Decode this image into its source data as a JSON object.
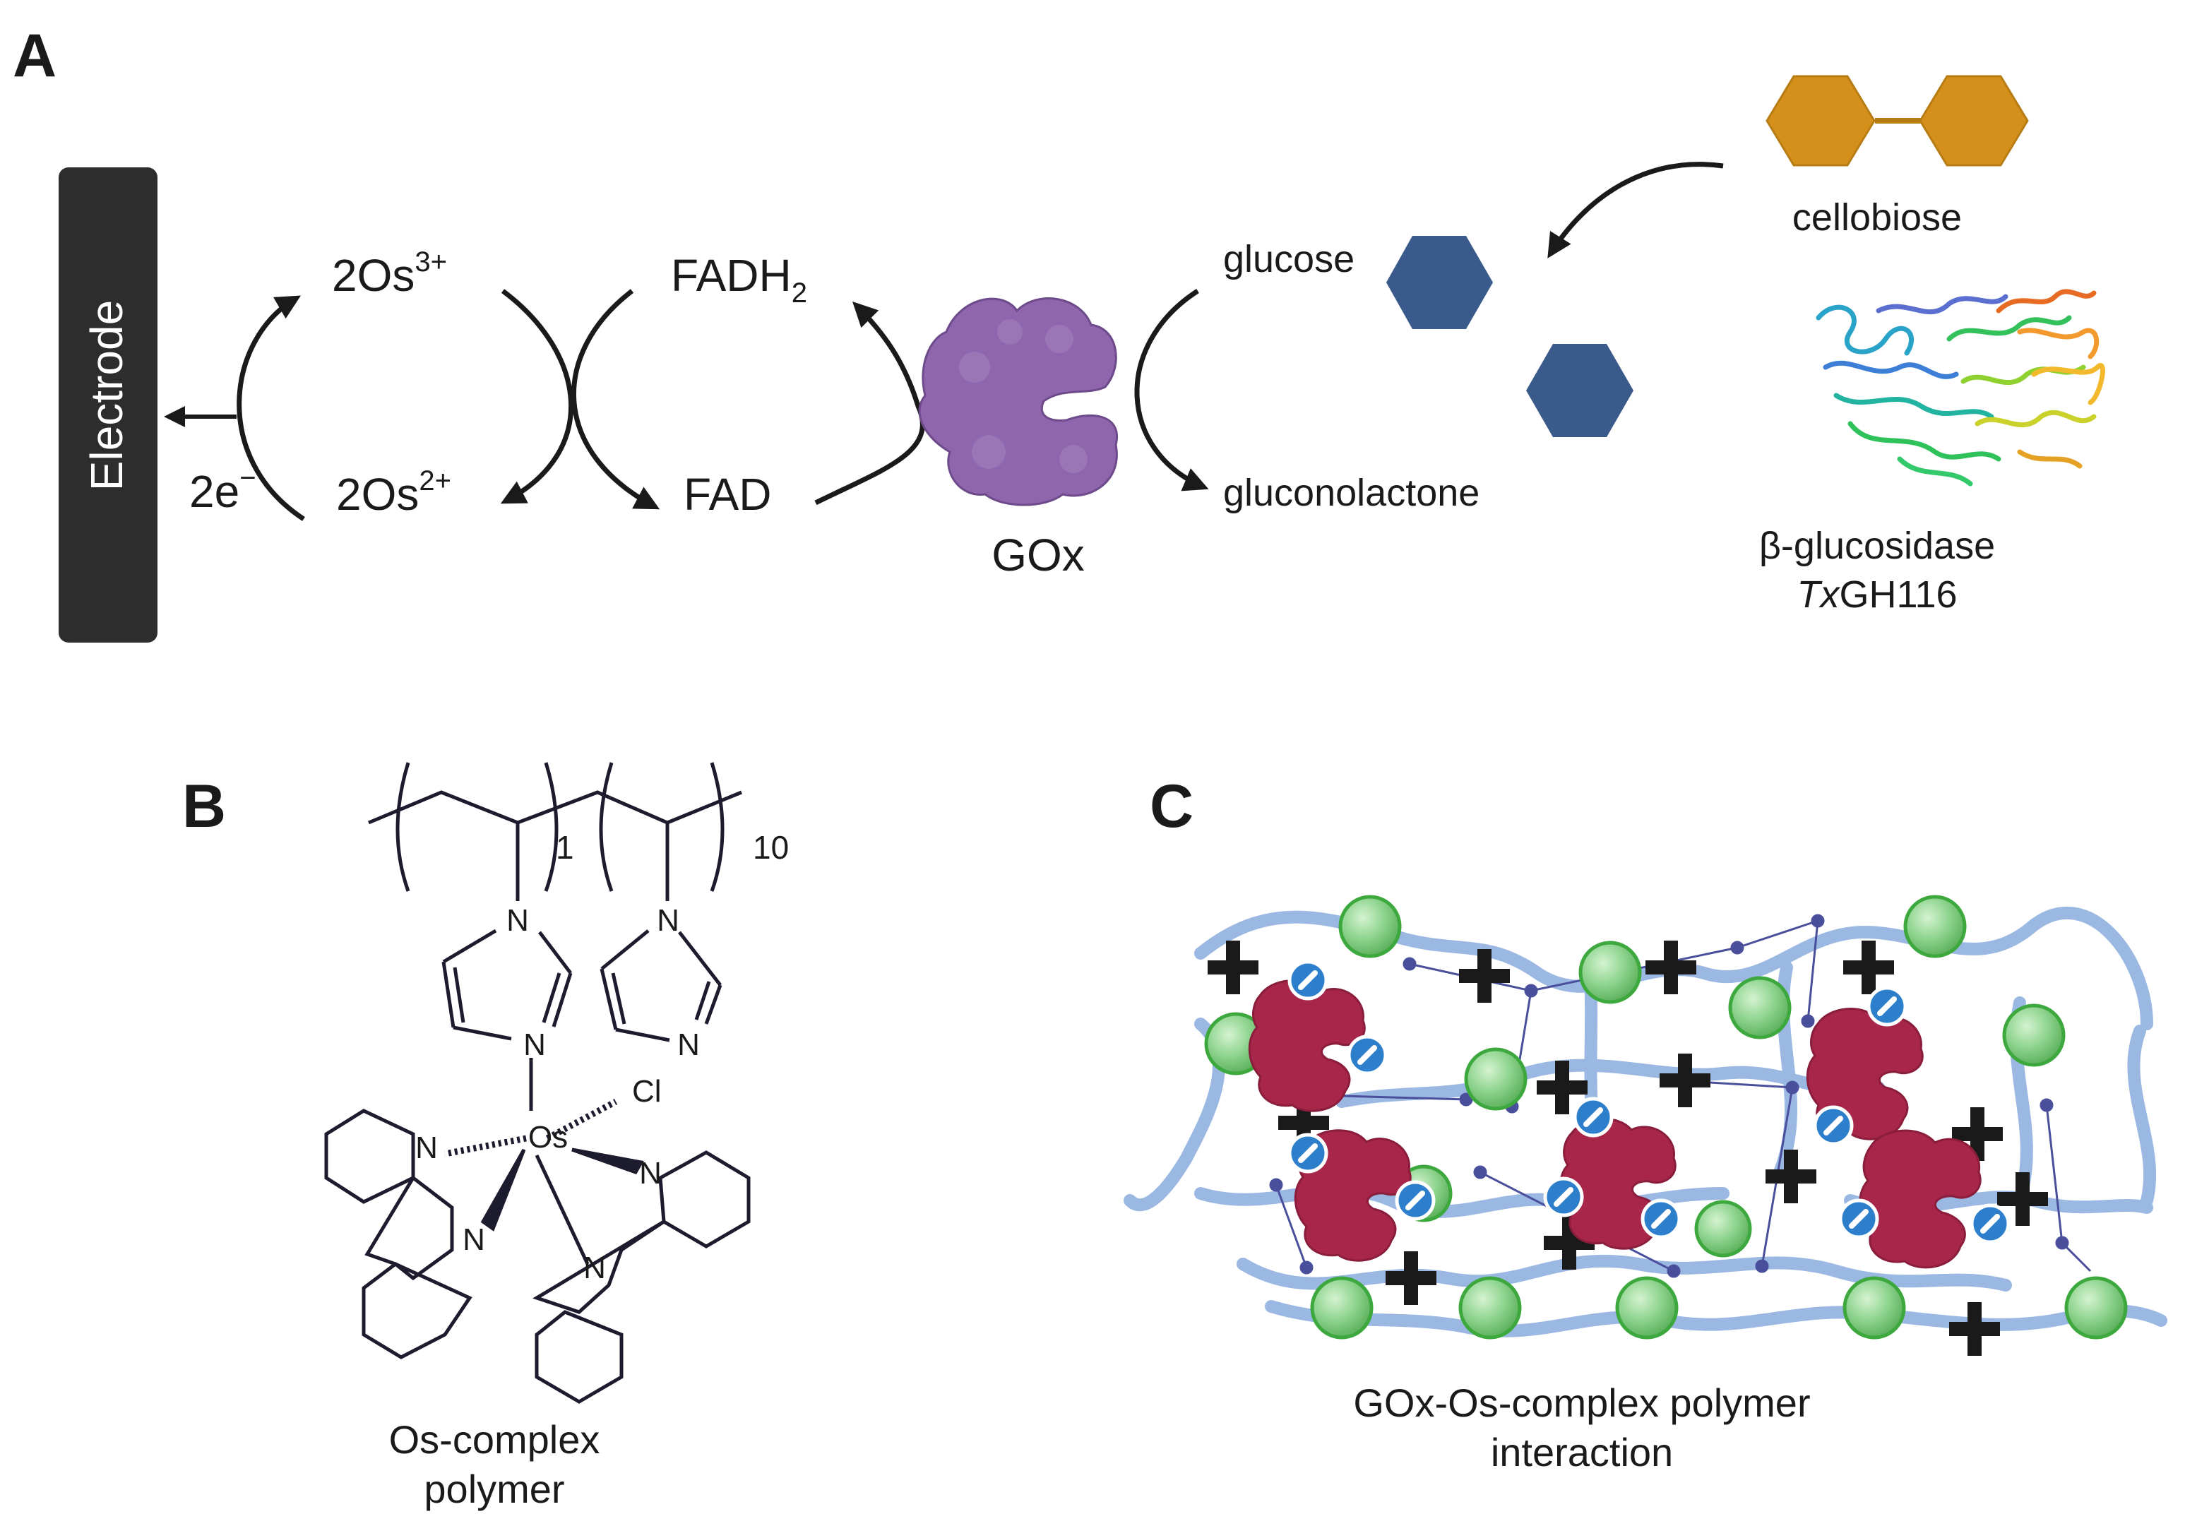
{
  "panels": {
    "a": "A",
    "b": "B",
    "c": "C"
  },
  "panel_a": {
    "electrode": "Electrode",
    "electron": "2e",
    "electron_sup": "−",
    "os3_base": "2Os",
    "os3_sup": "3+",
    "os2_base": "2Os",
    "os2_sup": "2+",
    "fadh_base": "FADH",
    "fadh_sub": "2",
    "fad": "FAD",
    "gox": "GOx",
    "glucose": "glucose",
    "gluconolactone": "gluconolactone",
    "cellobiose": "cellobiose",
    "enzyme_name": "β-glucosidase",
    "enzyme_code_italic": "Tx",
    "enzyme_code_rest": "GH116"
  },
  "panel_b": {
    "repeat_1": "1",
    "repeat_2": "10",
    "atoms": {
      "n": "N",
      "os": "Os",
      "cl": "Cl"
    },
    "caption_line1": "Os-complex",
    "caption_line2": "polymer"
  },
  "panel_c": {
    "caption_line1": "GOx-Os-complex polymer",
    "caption_line2": "interaction"
  },
  "colors": {
    "electrode": "#2d2d2d",
    "gox_purple": "#8f65ad",
    "glucose_blue": "#3a5a8c",
    "cellobiose_gold": "#d4901b",
    "polymer_blue": "#9bb8e3",
    "os_green": "#8fd48f",
    "gox_red": "#a8264a",
    "charge_blue": "#2d7fcb"
  }
}
